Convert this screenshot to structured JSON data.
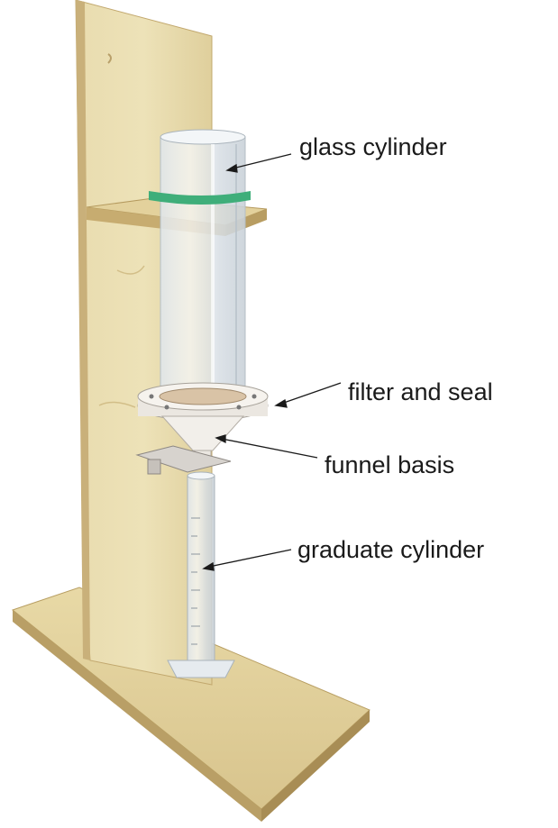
{
  "labels": {
    "glass_cylinder": "glass cylinder",
    "filter_and_seal": "filter and seal",
    "funnel_basis": "funnel basis",
    "graduate_cylinder": "graduate cylinder"
  },
  "colors": {
    "plywood": "#e6d8a8",
    "plywood_edge": "#c9b27a",
    "rubber_band": "#3fae7a",
    "glass": "#e9edf0",
    "background": "#ffffff"
  }
}
